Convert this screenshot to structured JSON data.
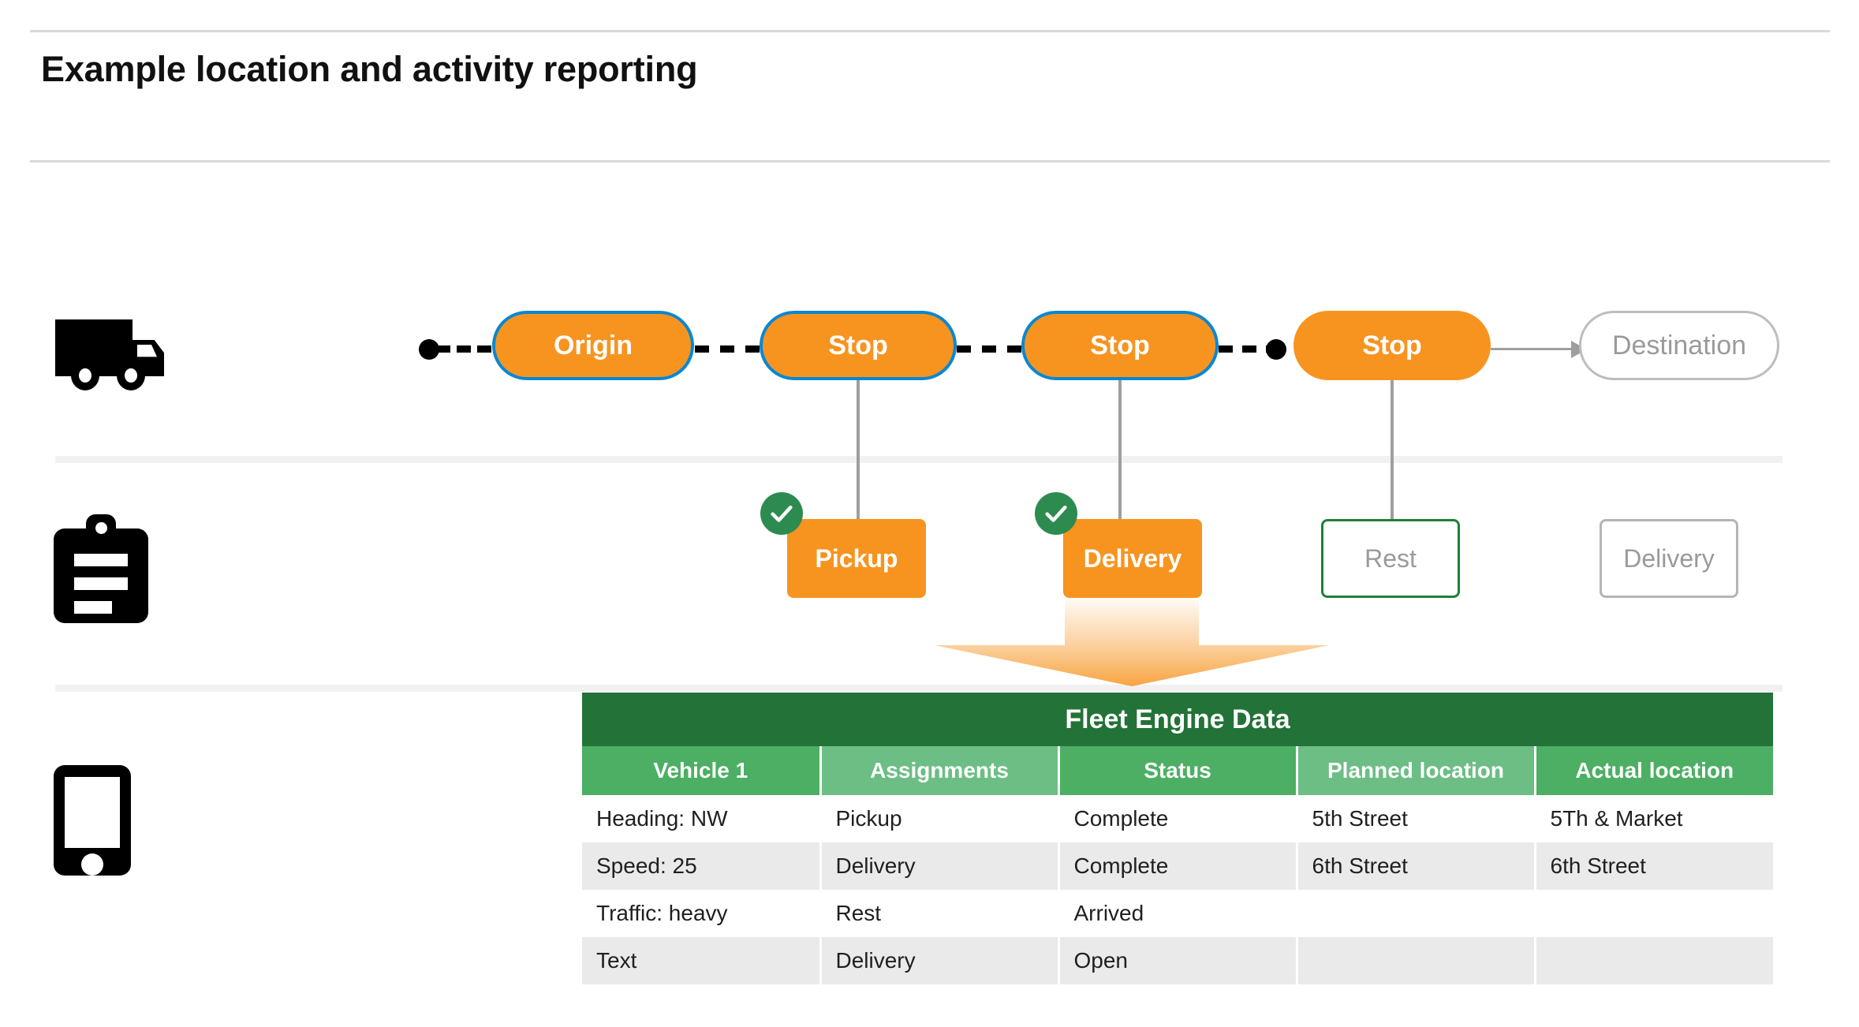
{
  "header": {
    "title": "Example location and activity reporting"
  },
  "rows": {
    "vehicle_icon": "truck-icon",
    "activity_icon": "clipboard-icon",
    "device_icon": "mobile-phone-icon"
  },
  "route": {
    "stops": [
      {
        "label": "Origin",
        "style": "filled-bordered"
      },
      {
        "label": "Stop",
        "style": "filled-bordered"
      },
      {
        "label": "Stop",
        "style": "filled-bordered"
      },
      {
        "label": "Stop",
        "style": "filled"
      },
      {
        "label": "Destination",
        "style": "ghost"
      }
    ]
  },
  "activities": [
    {
      "label": "Pickup",
      "style": "filled",
      "completed": true
    },
    {
      "label": "Delivery",
      "style": "filled",
      "completed": true
    },
    {
      "label": "Rest",
      "style": "outline-green",
      "completed": false
    },
    {
      "label": "Delivery",
      "style": "outline-gray",
      "completed": false
    }
  ],
  "table": {
    "title": "Fleet Engine Data",
    "columns": [
      "Vehicle 1",
      "Assignments",
      "Status",
      "Planned location",
      "Actual location"
    ],
    "rows": [
      [
        "Heading: NW",
        "Pickup",
        "Complete",
        "5th Street",
        "5Th & Market"
      ],
      [
        "Speed: 25",
        "Delivery",
        "Complete",
        "6th Street",
        "6th Street"
      ],
      [
        "Traffic: heavy",
        "Rest",
        "Arrived",
        "",
        ""
      ],
      [
        "Text",
        "Delivery",
        "Open",
        "",
        ""
      ]
    ]
  },
  "colors": {
    "orange": "#F79420",
    "blue_border": "#0A87D0",
    "green_title": "#237237",
    "green_header_dark": "#4CAF63",
    "green_header_light": "#6CBE84",
    "check_green": "#2E8B4F",
    "ghost_gray": "#9A9A9A",
    "row_alt": "#EAEAEA"
  }
}
